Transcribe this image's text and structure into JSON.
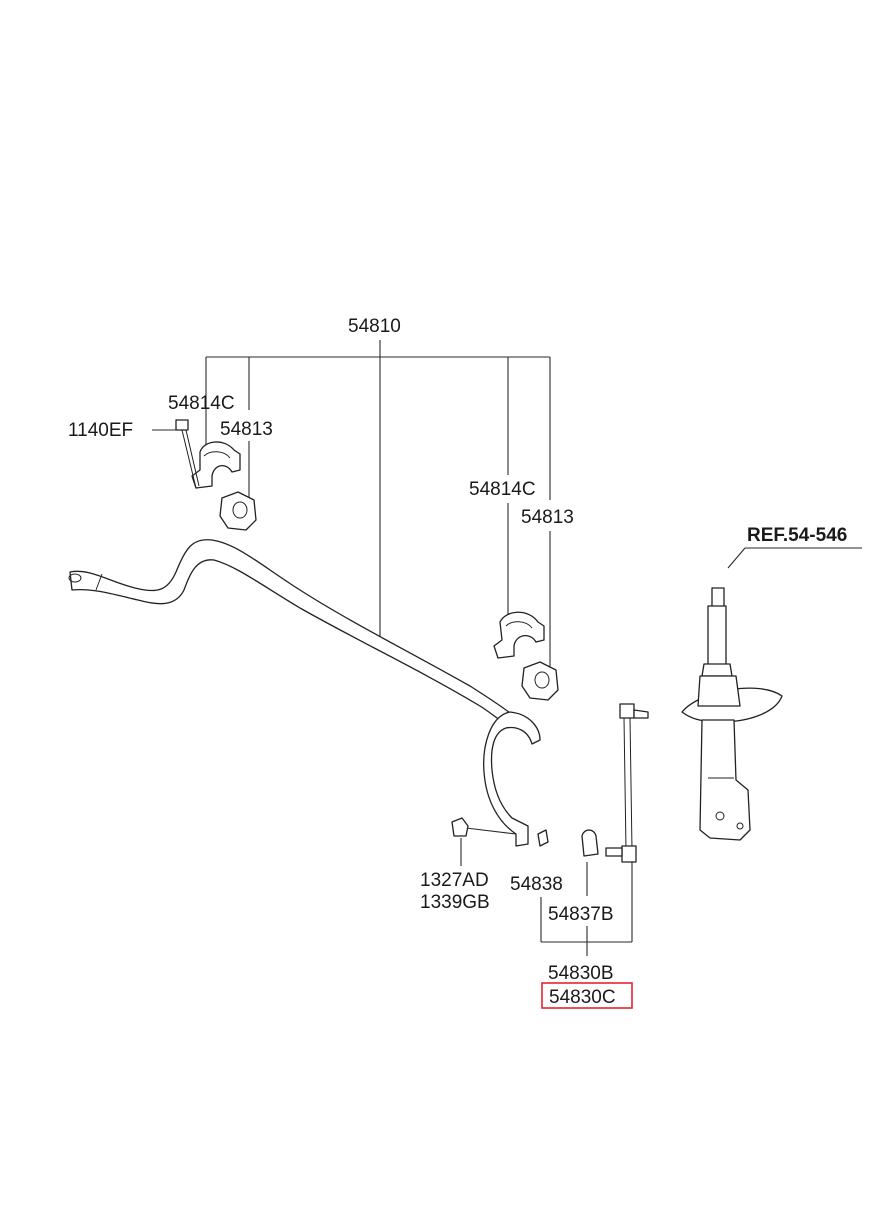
{
  "labels": {
    "assembly": "54810",
    "bushing_left": "54814C",
    "bracket_left": "54813",
    "bolt": "1140EF",
    "bushing_right": "54814C",
    "bracket_right": "54813",
    "ref": "REF.54-546",
    "nut_1": "1327AD",
    "nut_2": "1339GB",
    "washer": "54838",
    "link_boot": "54837B",
    "link_b": "54830B",
    "link_c": "54830C"
  },
  "highlight": {
    "part": "54830C",
    "color": "#e8232f"
  }
}
